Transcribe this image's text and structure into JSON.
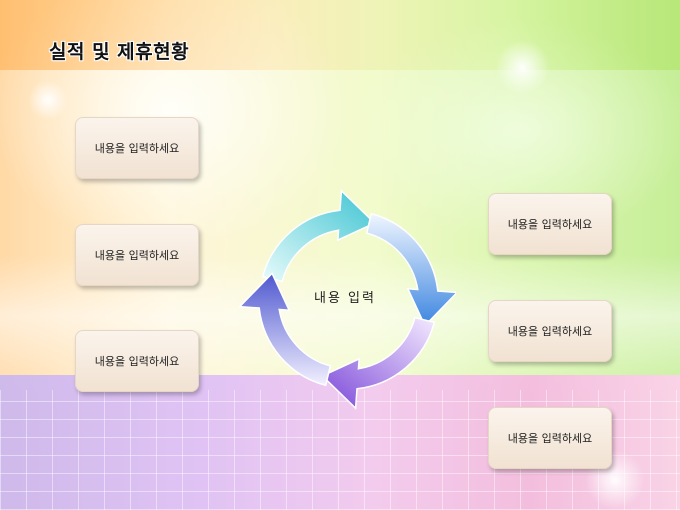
{
  "slide": {
    "title": "실적 및 제휴현황",
    "center_text": "내용 입력",
    "left_boxes": [
      {
        "label": "내용을 입력하세요"
      },
      {
        "label": "내용을 입력하세요"
      },
      {
        "label": "내용을 입력하세요"
      }
    ],
    "right_boxes": [
      {
        "label": "내용을 입력하세요"
      },
      {
        "label": "내용을 입력하세요"
      },
      {
        "label": "내용을 입력하세요"
      }
    ]
  },
  "colors": {
    "arrow_cyan": "#4ec9d6",
    "arrow_blue": "#4a90e6",
    "arrow_purple": "#8a55dd",
    "arrow_indigo": "#5a60d2",
    "box_fill": "#f5e9dd"
  }
}
